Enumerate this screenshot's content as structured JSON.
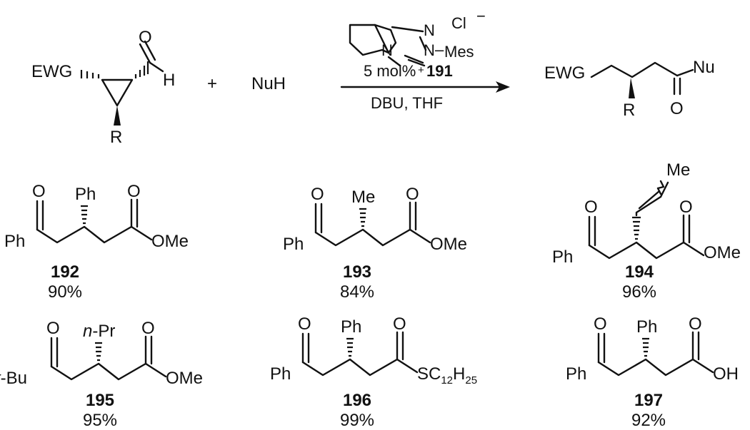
{
  "reaction": {
    "reactant_substituents": {
      "ewg": "EWG",
      "oxygen": "O",
      "hydrogen": "H",
      "r": "R"
    },
    "plus": "+",
    "nucleophile": "NuH",
    "catalyst": {
      "n_top": "N",
      "n_left": "N",
      "n_right": "N",
      "dash": "–",
      "mes": "Mes",
      "plus_charge": "+",
      "counterion": "Cl",
      "minus_charge": "−"
    },
    "conditions_above": {
      "loading": "5 mol%",
      "catalyst_id": "191"
    },
    "conditions_below": "DBU, THF",
    "product": {
      "ewg": "EWG",
      "nu": "Nu",
      "r": "R",
      "oxygen": "O"
    }
  },
  "examples": [
    {
      "id": "192",
      "yield": "90%",
      "left": "Ph",
      "sub": "Ph",
      "right": "OMe"
    },
    {
      "id": "193",
      "yield": "84%",
      "left": "Ph",
      "sub": "Me",
      "right": "OMe"
    },
    {
      "id": "194",
      "yield": "96%",
      "left": "Ph",
      "sub": "Me",
      "right": "OMe"
    },
    {
      "id": "195",
      "yield": "95%",
      "left_prefix": "t",
      "left_suffix": "-Bu",
      "sub_prefix": "n",
      "sub_suffix": "-Pr",
      "right": "OMe"
    },
    {
      "id": "196",
      "yield": "99%",
      "left": "Ph",
      "sub": "Ph",
      "right_main": "SC",
      "right_sub1": "12",
      "right_mid": "H",
      "right_sub2": "25"
    },
    {
      "id": "197",
      "yield": "92%",
      "left": "Ph",
      "sub": "Ph",
      "right": "OH"
    }
  ],
  "labels": {
    "oxygen": "O"
  }
}
